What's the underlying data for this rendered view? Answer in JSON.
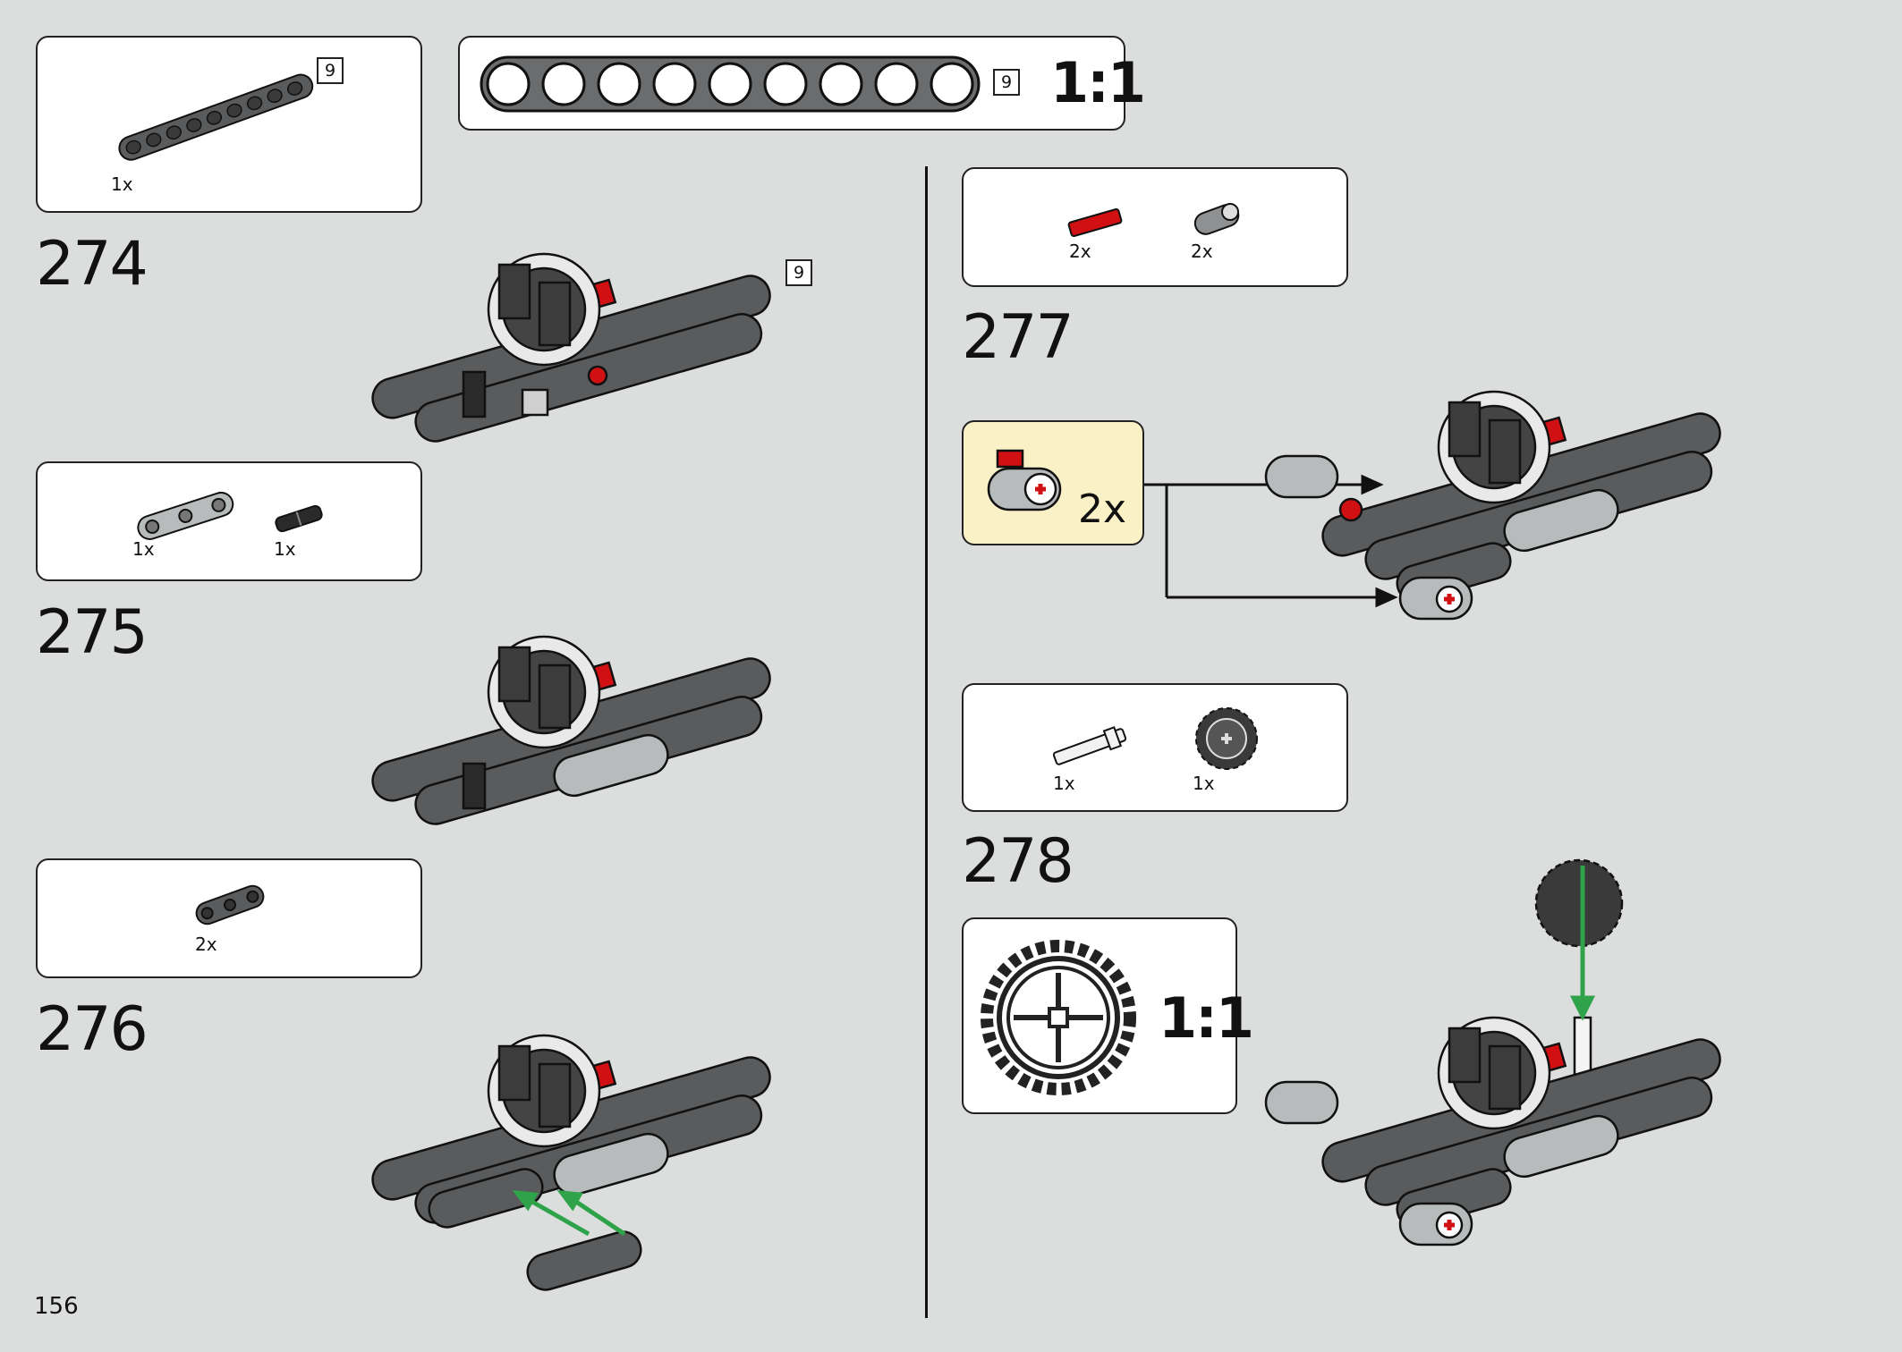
{
  "page_number": "156",
  "colors": {
    "background": "#dcdddd",
    "dark_grey_part": "#5a5b5c",
    "light_grey_part": "#b8bbbc",
    "red_part": "#d01012",
    "arrow_green": "#2fa34a",
    "callout_yellow": "#fbf1c7"
  },
  "top_scale": {
    "length_badge": "9",
    "scale_label": "1:1",
    "holes": 9
  },
  "steps": [
    {
      "number": "274",
      "parts": [
        {
          "qty": "1x",
          "length_badge": "9",
          "part_icon": "beam-9-dark-grey-icon"
        }
      ],
      "model_badge": "9"
    },
    {
      "number": "275",
      "parts": [
        {
          "qty": "1x",
          "part_icon": "beam-3-light-grey-icon"
        },
        {
          "qty": "1x",
          "part_icon": "pin-black-icon"
        }
      ]
    },
    {
      "number": "276",
      "parts": [
        {
          "qty": "2x",
          "part_icon": "beam-3-dark-grey-icon"
        }
      ]
    },
    {
      "number": "277",
      "parts": [
        {
          "qty": "2x",
          "part_icon": "axle-pin-red-icon"
        },
        {
          "qty": "2x",
          "part_icon": "cross-block-grey-icon"
        }
      ],
      "subassembly_multiplier": "2x"
    },
    {
      "number": "278",
      "parts": [
        {
          "qty": "1x",
          "part_icon": "axle-white-icon"
        },
        {
          "qty": "1x",
          "part_icon": "gear-20-tooth-icon"
        }
      ],
      "scale_label": "1:1"
    }
  ]
}
